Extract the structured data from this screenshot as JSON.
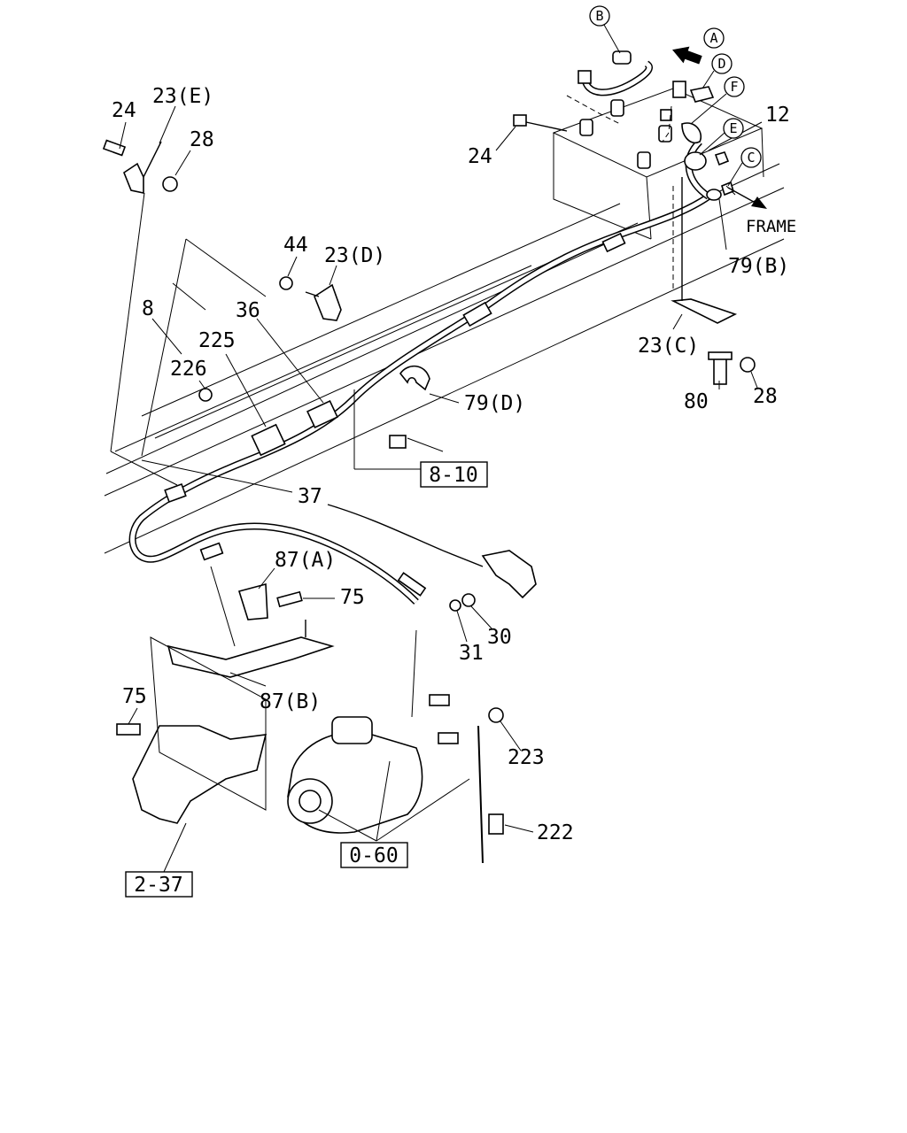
{
  "labels": {
    "l24_top": "24",
    "l23e": "23(E)",
    "l28_top": "28",
    "l24_right": "24",
    "l44": "44",
    "l23d": "23(D)",
    "l8": "8",
    "l36": "36",
    "l225": "225",
    "l226": "226",
    "l79d": "79(D)",
    "l12": "12",
    "l79b": "79(B)",
    "l23c": "23(C)",
    "l80": "80",
    "l28_right": "28",
    "l37": "37",
    "l87a": "87(A)",
    "l75_mid": "75",
    "l30": "30",
    "l31": "31",
    "l87b": "87(B)",
    "l75_low": "75",
    "l223": "223",
    "l222": "222",
    "frame": "FRAME"
  },
  "circle_refs": {
    "a": "A",
    "b": "B",
    "c": "C",
    "d": "D",
    "e": "E",
    "f": "F"
  },
  "boxed_refs": {
    "r810": "8-10",
    "r060": "0-60",
    "r237": "2-37"
  }
}
